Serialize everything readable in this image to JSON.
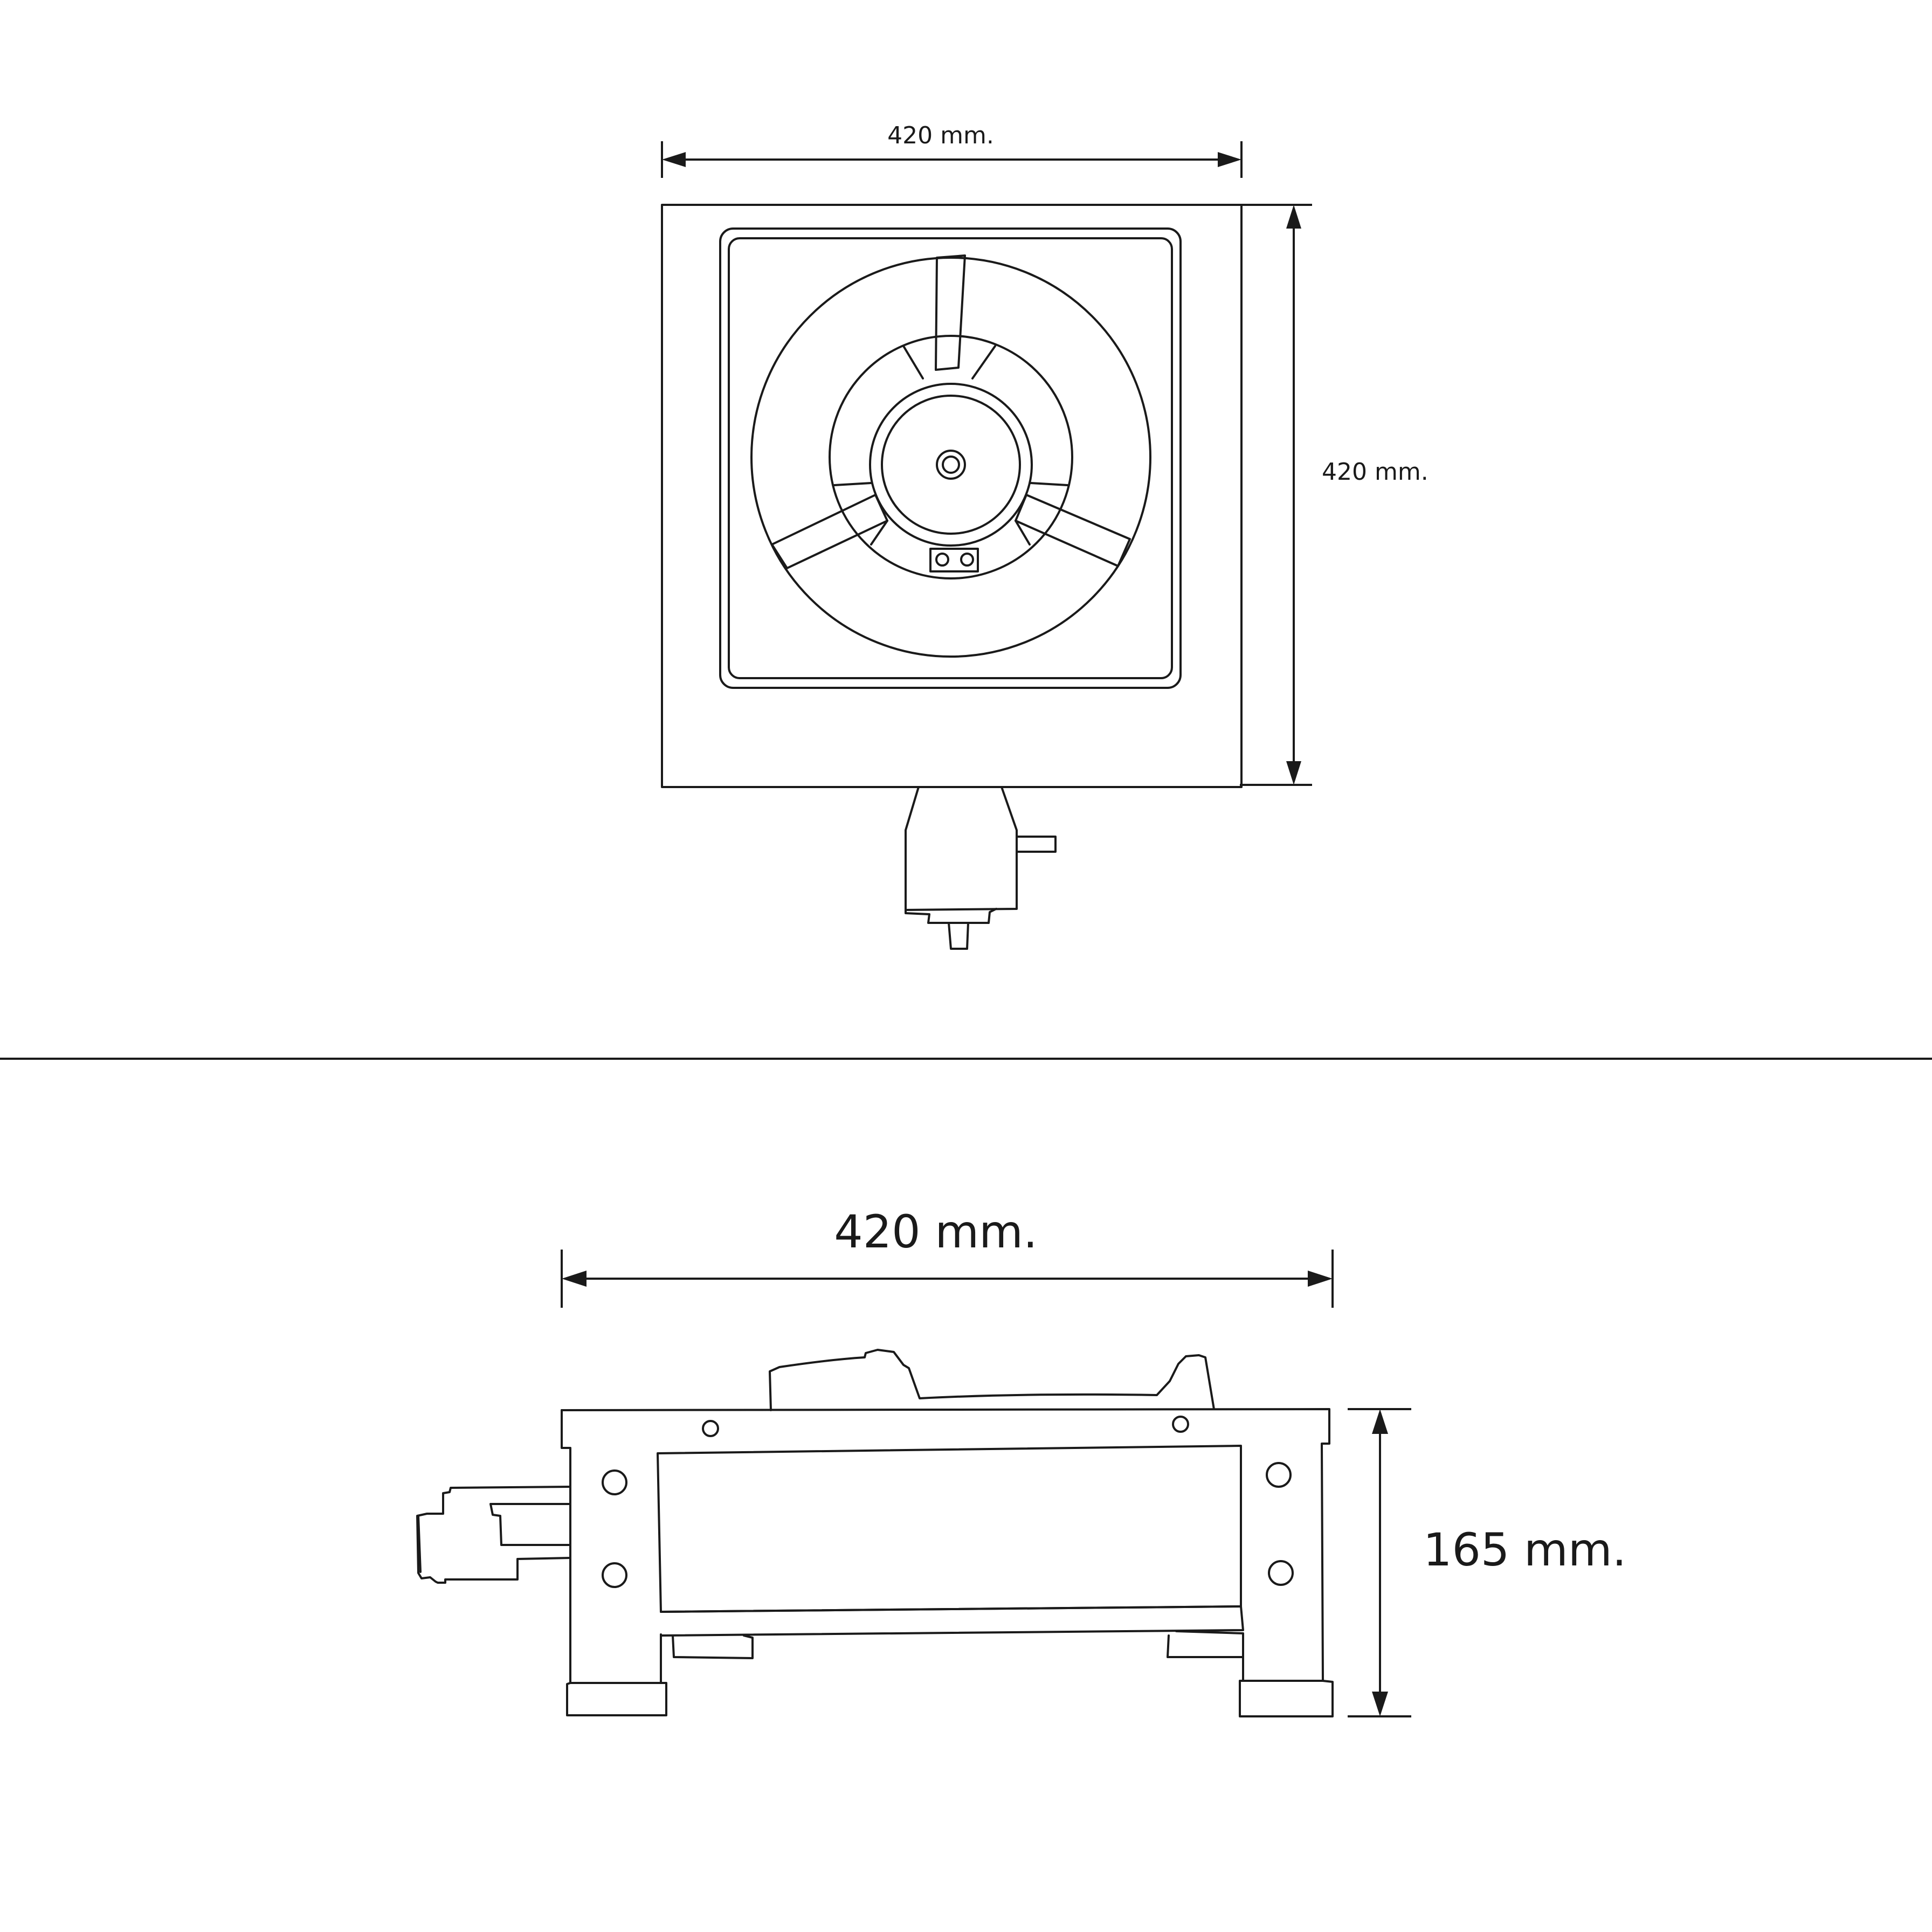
{
  "top_view": {
    "width_label": "420 mm.",
    "depth_label": "420 mm."
  },
  "side_view": {
    "width_label": "420 mm.",
    "height_label": "165 mm."
  },
  "colors": {
    "line": "#1a1a1a",
    "background": "#ffffff"
  }
}
